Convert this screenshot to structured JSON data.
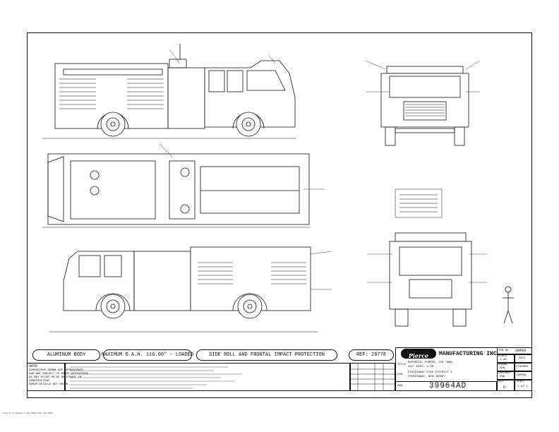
{
  "banners": {
    "body": "ALUMINUM BODY",
    "oah": "MAXIMUM O.A.H. 116.00\" - LOADED",
    "protection": "SIDE ROLL AND FRONTAL IMPACT PROTECTION",
    "ref": "REF: 29778"
  },
  "note": {
    "heading": "NOTE",
    "lines": [
      "DIMENSIONS SHOWN ARE APPROXIMATE",
      "AND ARE SUBJECT TO MINOR DEVIATIONS",
      "AS MAY OCCUR OR BE NECESSARY IN",
      "CONSTRUCTION.",
      "MINOR DETAILS NOT SHOWN."
    ]
  },
  "title_block": {
    "company": "MANUFACTURING INC.",
    "job_no_label": "JOB NO.",
    "job_no": "39964",
    "title_label": "TITLE",
    "title_lines": [
      "ENFORCER, PUMPER, 750 TANK,",
      "161\" BODY, 4 DR"
    ],
    "for_label": "FOR",
    "for_lines": [
      "PISCATAWAY FIRE DISTRICT 4",
      "PISCATAWAY, NEW JERSEY"
    ],
    "dwg_label": "DWG",
    "dwg_no": "39964AD",
    "scale_label": "SCALE",
    "scale": "1:48",
    "date_label": "DATE",
    "drawn_label": "DRAWN",
    "drawn": "SAN",
    "date": "07APR09",
    "checked_label": "CHECKED",
    "checked": "PAB",
    "date2": "TAPR09",
    "rev_label": "REV",
    "rev": "D",
    "sheet_label": "SHEET",
    "sheet": "1 of 1"
  },
  "footer": "View Fire Research  NA  39964  Mar 09 2009"
}
